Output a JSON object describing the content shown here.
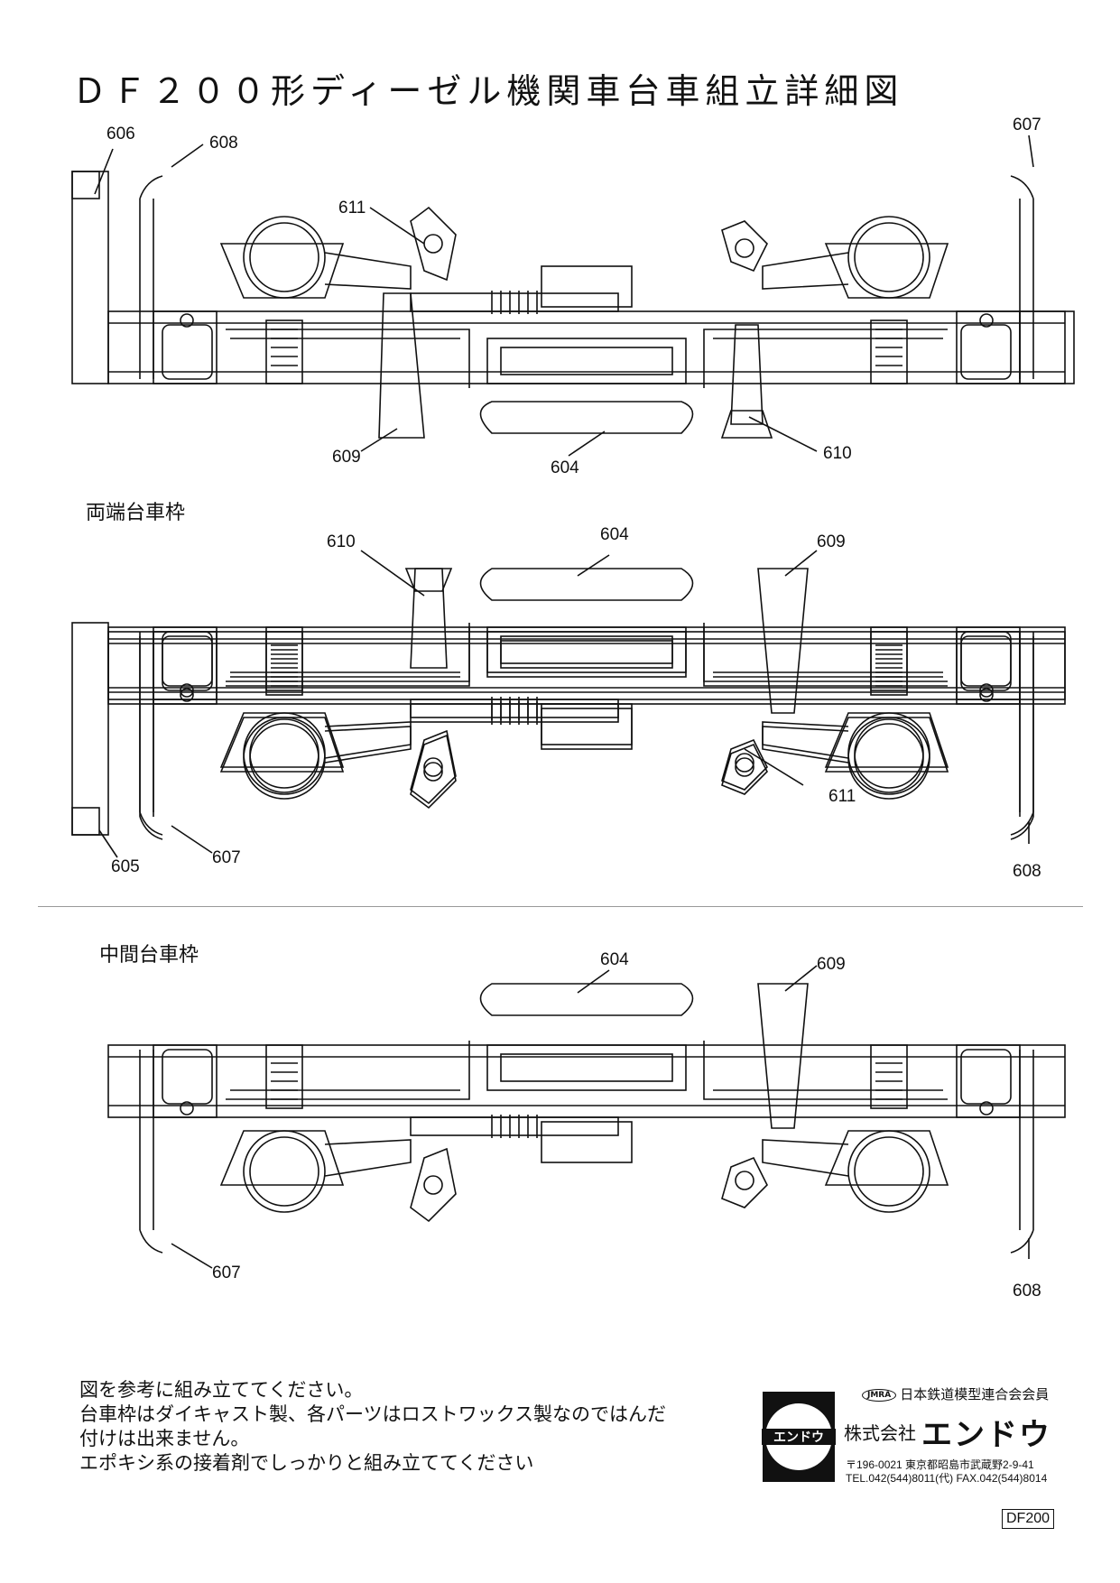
{
  "title": "ＤＦ２００形ディーゼル機関車台車組立詳細図",
  "sections": {
    "end_frame": "両端台車枠",
    "middle_frame": "中間台車枠"
  },
  "labels": {
    "top": {
      "p606": "606",
      "p608": "608",
      "p607": "607",
      "p611": "611",
      "p609": "609",
      "p604": "604",
      "p610": "610"
    },
    "mid": {
      "p610": "610",
      "p604": "604",
      "p609": "609",
      "p611": "611",
      "p605": "605",
      "p607": "607",
      "p608": "608"
    },
    "bot": {
      "p604": "604",
      "p609": "609",
      "p607": "607",
      "p608": "608"
    }
  },
  "notes": [
    "図を参考に組み立ててください。",
    "台車枠はダイキャスト製、各パーツはロストワックス製なのではんだ",
    "付けは出来ません。",
    "エポキシ系の接着剤でしっかりと組み立ててください"
  ],
  "maker": {
    "logo_text": "エンドウ",
    "association_mark": "JMRA",
    "association": "日本鉄道模型連合会会員",
    "company_prefix": "株式会社",
    "company_name": "エンドウ",
    "address": "〒196-0021  東京都昭島市武蔵野2-9-41",
    "phone": "TEL.042(544)8011(代)   FAX.042(544)8014"
  },
  "model_code": "DF200"
}
